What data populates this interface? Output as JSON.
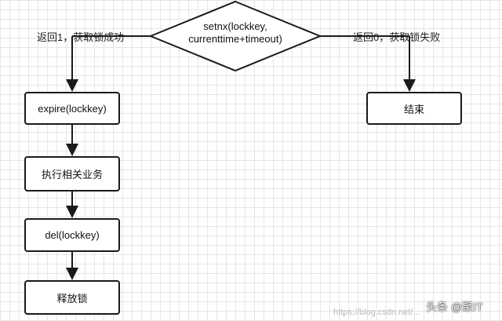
{
  "decision": {
    "line1": "setnx(lockkey,",
    "line2": "currenttime+timeout)"
  },
  "edges": {
    "success_label": "返回1，获取锁成功",
    "fail_label": "返回0，获取锁失败"
  },
  "nodes": {
    "expire": "expire(lockkey)",
    "business": "执行相关业务",
    "del": "del(lockkey)",
    "release": "释放锁",
    "end": "结束"
  },
  "watermark": {
    "faint_url": "https://blog.csdn.net/...",
    "brand": "头条 @聚IT"
  }
}
